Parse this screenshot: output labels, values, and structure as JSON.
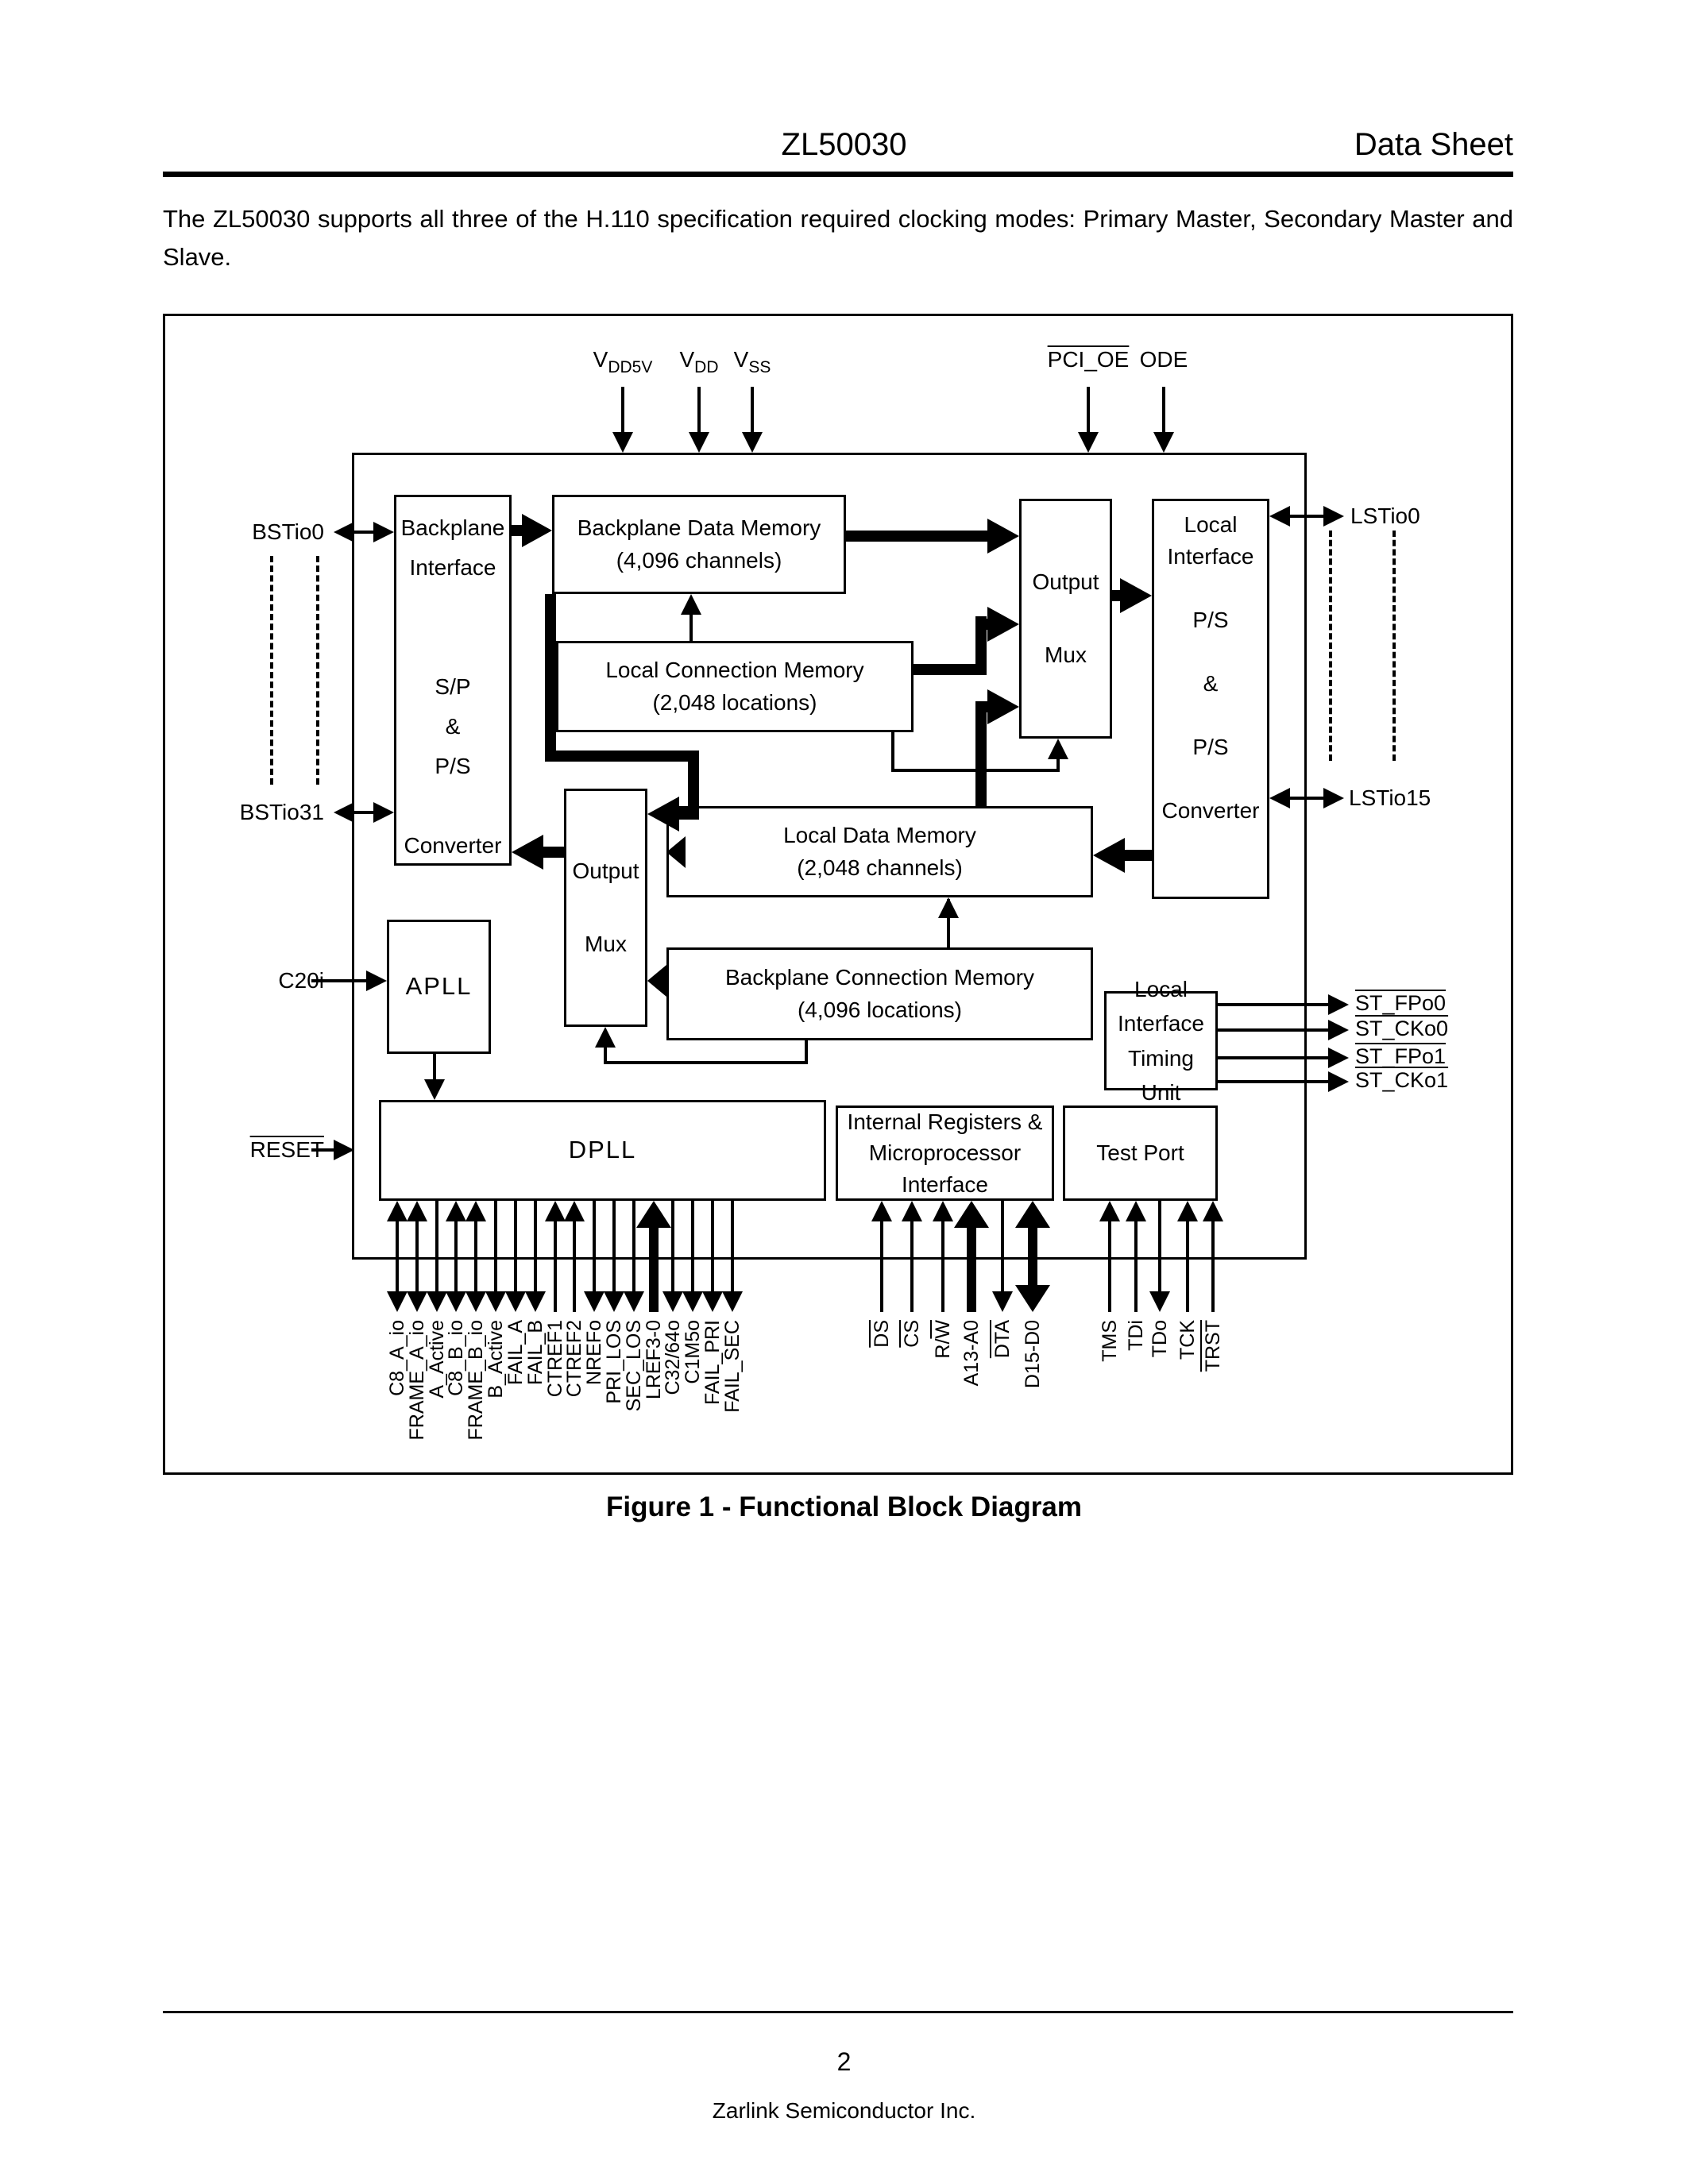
{
  "header": {
    "title": "ZL50030",
    "doc_type": "Data Sheet"
  },
  "intro": "The ZL50030 supports all three of the H.110 specification required clocking modes: Primary Master, Secondary Master and Slave.",
  "figure": {
    "caption": "Figure 1 - Functional Block Diagram",
    "blocks": {
      "backplane_interface": "Backplane\nInterface\n\n\nS/P\n&\nP/S\n\nConverter",
      "backplane_data_memory": "Backplane Data Memory\n(4,096 channels)",
      "local_connection_memory": "Local Connection Memory\n(2,048 locations)",
      "output_mux_top": "Output\n\nMux",
      "local_interface": "Local\nInterface\n\nP/S\n\n&\n\nP/S\n\nConverter",
      "output_mux_low": "Output\n\nMux",
      "local_data_memory": "Local Data Memory\n(2,048 channels)",
      "backplane_connection_memory": "Backplane Connection Memory\n(4,096 locations)",
      "apll": "APLL",
      "dpll": "DPLL",
      "internal_registers": "Internal Registers &\nMicroprocessor Interface",
      "test_port": "Test Port",
      "timing_unit": "Local Interface\nTiming Unit"
    },
    "top_pins": [
      {
        "name": "VDD5V",
        "text": "V",
        "sub": "DD5V"
      },
      {
        "name": "VDD",
        "text": "V",
        "sub": "DD"
      },
      {
        "name": "VSS",
        "text": "V",
        "sub": "SS"
      },
      {
        "name": "PCI_OE",
        "text": "PCI_OE",
        "overline": true
      },
      {
        "name": "ODE",
        "text": "ODE"
      }
    ],
    "left_pins": [
      {
        "label": "BSTio0"
      },
      {
        "label": "BSTio31"
      },
      {
        "label": "C20i"
      },
      {
        "label": "RESET",
        "overline": true
      }
    ],
    "right_pins": [
      {
        "label": "LSTio0"
      },
      {
        "label": "LSTio15"
      }
    ],
    "timing_outputs": [
      {
        "label": "ST_FPo0",
        "overline": true
      },
      {
        "label": "ST_CKo0",
        "overline": true
      },
      {
        "label": "ST_FPo1",
        "overline": true
      },
      {
        "label": "ST_CKo1",
        "overline": true
      }
    ],
    "dpll_pins": [
      {
        "label": "C8_A_io",
        "dir": "io"
      },
      {
        "label": "FRAME_A_io",
        "dir": "io"
      },
      {
        "label": "A_Active",
        "dir": "out"
      },
      {
        "label": "C8_B_io",
        "dir": "io"
      },
      {
        "label": "FRAME_B_io",
        "dir": "io"
      },
      {
        "label": "B_Active",
        "dir": "out"
      },
      {
        "label": "FAIL_A",
        "dir": "out"
      },
      {
        "label": "FAIL_B",
        "dir": "out"
      },
      {
        "label": "CTREF1",
        "dir": "in"
      },
      {
        "label": "CTREF2",
        "dir": "in"
      },
      {
        "label": "NREFo",
        "dir": "out"
      },
      {
        "label": "PRI_LOS",
        "dir": "out"
      },
      {
        "label": "SEC_LOS",
        "dir": "out"
      },
      {
        "label": "LREF3-0",
        "dir": "in",
        "thick": true
      },
      {
        "label": "C32/64o",
        "dir": "out"
      },
      {
        "label": "C1M5o",
        "dir": "out"
      },
      {
        "label": "FAIL_PRI",
        "dir": "out"
      },
      {
        "label": "FAIL_SEC",
        "dir": "out"
      }
    ],
    "micro_pins": [
      {
        "label": "DS",
        "dir": "in",
        "overline": true
      },
      {
        "label": "CS",
        "dir": "in",
        "overline": true
      },
      {
        "label": "R/W",
        "dir": "in",
        "overline": "W"
      },
      {
        "label": "A13-A0",
        "dir": "in",
        "thick": true
      },
      {
        "label": "DTA",
        "dir": "out",
        "overline": true
      },
      {
        "label": "D15-D0",
        "dir": "io",
        "thick": true
      }
    ],
    "test_pins": [
      {
        "label": "TMS",
        "dir": "in"
      },
      {
        "label": "TDi",
        "dir": "in"
      },
      {
        "label": "TDo",
        "dir": "out"
      },
      {
        "label": "TCK",
        "dir": "in"
      },
      {
        "label": "TRST",
        "dir": "in",
        "overline": true
      }
    ]
  },
  "footer": {
    "page_number": "2",
    "company": "Zarlink Semiconductor Inc."
  }
}
